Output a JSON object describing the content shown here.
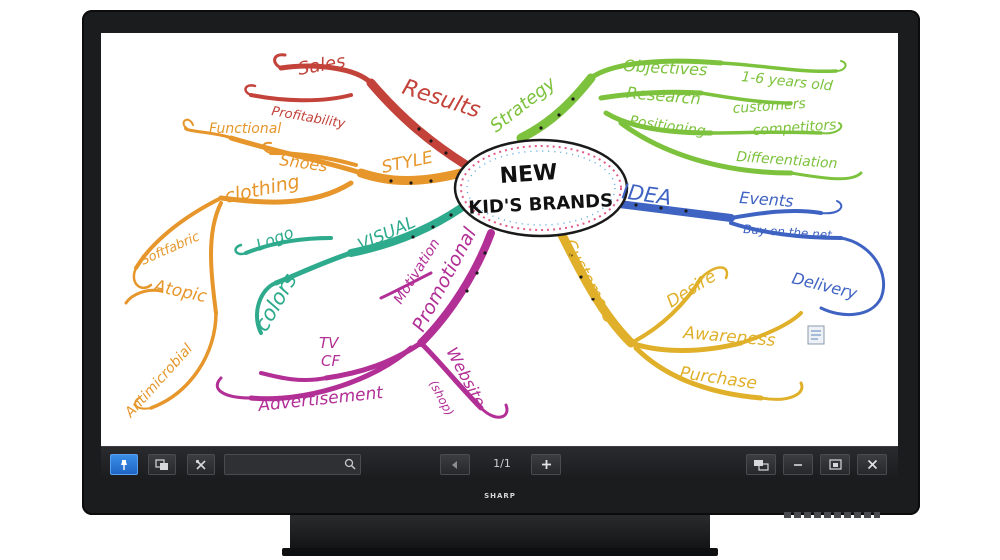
{
  "mindmap": {
    "center": {
      "line1": "NEW",
      "line2": "KID'S BRANDS"
    },
    "branches": {
      "results": {
        "label": "Results",
        "color": "#c3423a",
        "items": [
          "Sales",
          "Profitability"
        ]
      },
      "style": {
        "label": "STYLE",
        "color": "#e6962a",
        "items": [
          "Functional",
          "Shoes",
          "clothing",
          "Softfabric",
          "Atopic",
          "Antimicrobial"
        ]
      },
      "visual": {
        "label": "VISUAL",
        "color": "#2eaa8c",
        "items": [
          "Logo",
          "colors"
        ]
      },
      "promotional": {
        "label": "Promotional",
        "color": "#b22f96",
        "items": [
          "Motivation",
          "TV",
          "CF",
          "Advertisement",
          "Website",
          "(shop)"
        ]
      },
      "strategy": {
        "label": "Strategy",
        "color": "#7cc23c",
        "items": [
          "Objectives",
          "1-6 years old",
          "Research",
          "customers",
          "Positioning",
          "competitors",
          "Differentiation"
        ]
      },
      "idea": {
        "label": "IDEA",
        "color": "#3f63c2",
        "items": [
          "Events",
          "Buy on the net",
          "Delivery"
        ]
      },
      "customers": {
        "label": "Customers",
        "color": "#e0b02a",
        "items": [
          "Desire",
          "Awareness",
          "Purchase"
        ]
      }
    }
  },
  "toolbar": {
    "pen_icon": "pin-icon",
    "page_icon": "pages-icon",
    "tools_icon": "tools-icon",
    "search_value": "",
    "search_icon": "search-icon",
    "prev_icon": "prev-arrow-icon",
    "page_indicator": "1/1",
    "add_page_icon": "plus-icon",
    "display_icon": "display-mode-icon",
    "minimize_icon": "minimize-icon",
    "window_icon": "window-icon",
    "close_icon": "close-icon"
  },
  "device": {
    "brand": "SHARP"
  }
}
